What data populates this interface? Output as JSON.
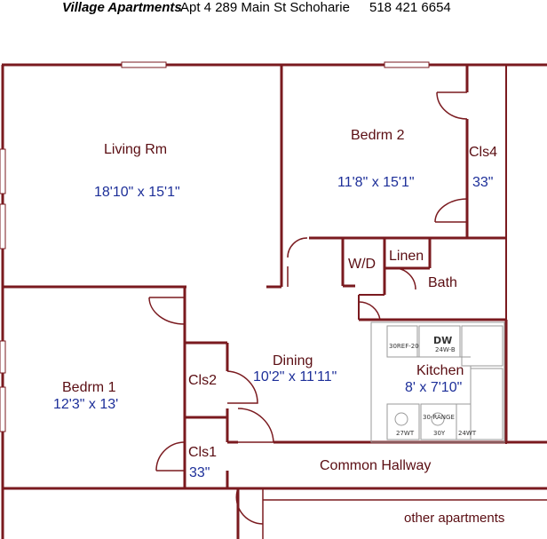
{
  "header": {
    "name": "Village Apartments",
    "address": "Apt 4 289 Main St  Schoharie",
    "phone": "518 421 6654"
  },
  "rooms": {
    "living": {
      "label": "Living Rm",
      "dims": "18'10\" x 15'1\""
    },
    "bedroom2": {
      "label": "Bedrm 2",
      "dims": "11'8\" x 15'1\""
    },
    "closet4": {
      "label": "Cls4",
      "dims": "33\""
    },
    "wd": {
      "label": "W/D"
    },
    "linen": {
      "label": "Linen"
    },
    "bath": {
      "label": "Bath"
    },
    "dining": {
      "label": "Dining",
      "dims": "10'2\" x 11'11\""
    },
    "kitchen": {
      "label": "Kitchen",
      "dims": "8' x 7'10\""
    },
    "bedroom1": {
      "label": "Bedrm 1",
      "dims": "12'3\" x 13'"
    },
    "closet2": {
      "label": "Cls2"
    },
    "closet1": {
      "label": "Cls1",
      "dims": "33\""
    },
    "hallway": {
      "label": "Common Hallway"
    },
    "other": {
      "label": "other apartments"
    }
  },
  "kitchen_fixtures": {
    "dw": "DW",
    "dw_sub": "24W-B",
    "fridge": "30REF-20",
    "range": "30-RANGE",
    "base1": "27WT",
    "base2": "30Y",
    "base3": "24WT"
  },
  "colors": {
    "wall": "#7a1a1f",
    "room_label": "#5a0d12",
    "dimension": "#1d2f99",
    "cabinet": "#9a9a9a"
  }
}
